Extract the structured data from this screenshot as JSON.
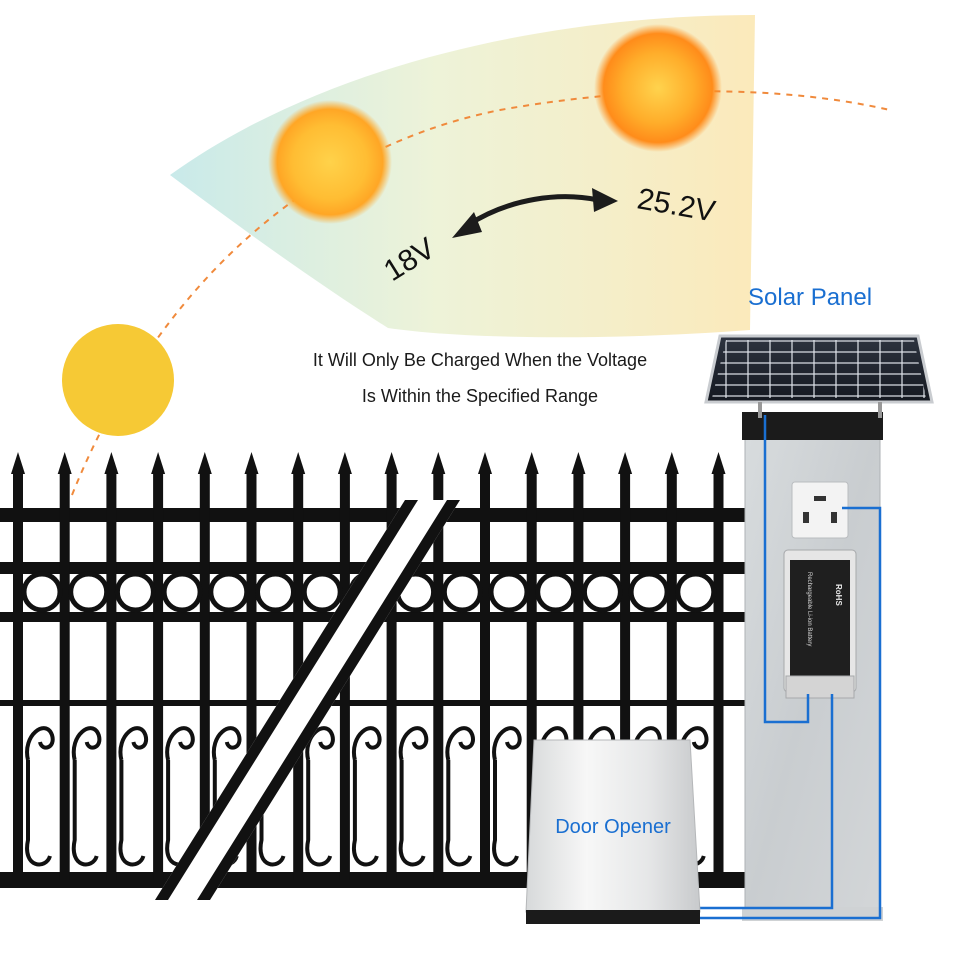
{
  "labels": {
    "solar_panel": "Solar Panel",
    "door_opener": "Door Opener",
    "voltage_low": "18V",
    "voltage_high": "25.2V",
    "caption_line1": "It Will Only Be Charged When the Voltage",
    "caption_line2": "Is Within the Specified Range"
  },
  "battery_box": {
    "title": "Rechargeable Li-ion Battery",
    "mark": "RoHS"
  },
  "colors": {
    "sun_core": "#ffa820",
    "sun_low": "#f6c935",
    "arc_dash": "#f08a3c",
    "wire": "#1a6fd1",
    "label_blue": "#1a6fd1",
    "fence": "#111111"
  }
}
